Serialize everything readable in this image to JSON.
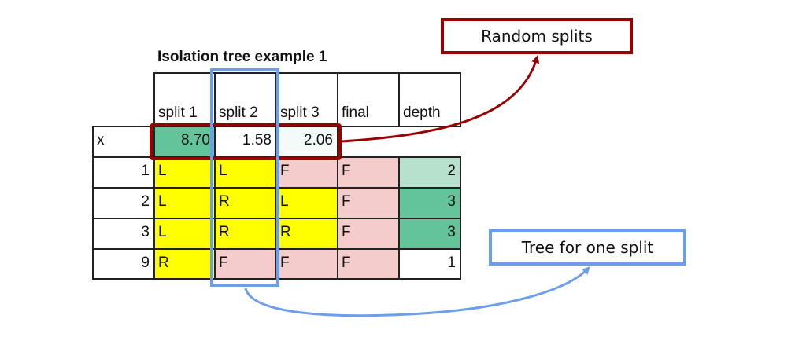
{
  "title": "Isolation tree example 1",
  "table": {
    "headers": [
      "split 1",
      "split 2",
      "split 3",
      "final",
      "depth"
    ],
    "x_row": {
      "label": "x",
      "values": [
        "8.70",
        "1.58",
        "2.06"
      ]
    },
    "rows": [
      {
        "id": "1",
        "cells": [
          "L",
          "L",
          "F",
          "F"
        ],
        "depth": "2"
      },
      {
        "id": "2",
        "cells": [
          "L",
          "R",
          "L",
          "F"
        ],
        "depth": "3"
      },
      {
        "id": "3",
        "cells": [
          "L",
          "R",
          "R",
          "F"
        ],
        "depth": "3"
      },
      {
        "id": "9",
        "cells": [
          "R",
          "F",
          "F",
          "F"
        ],
        "depth": "1"
      }
    ]
  },
  "callouts": {
    "random_splits": "Random splits",
    "tree_for_one_split": "Tree for one split"
  },
  "colors": {
    "L": "#ffff00",
    "R": "#ffff00",
    "F": "#f4cccc",
    "x_split1": "#63c49a",
    "x_split3": "#f3faf7",
    "depth_2": "#b7e1cd",
    "depth_3": "#63c49a",
    "depth_1": "#ffffff",
    "red_accent": "#9b0000",
    "blue_accent": "#6d9eeb"
  }
}
